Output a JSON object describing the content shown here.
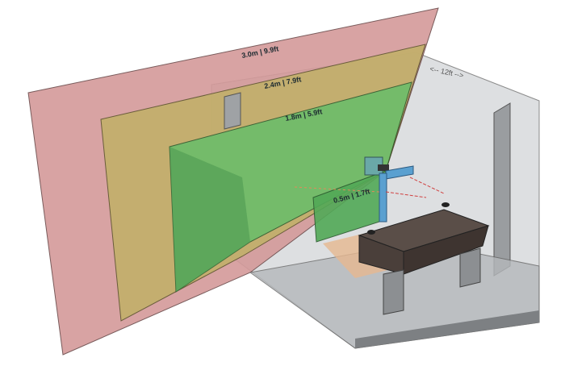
{
  "diagram": {
    "range_labels": {
      "r3": "3.0m | 9.9ft",
      "r2": "2.4m | 7.9ft",
      "r1": "1.8m | 5.9ft",
      "r0": "0.5m | 1.7ft"
    },
    "room_dimension": "<-- 12ft -->",
    "colors": {
      "zone_3m": "#d49a9a",
      "zone_2_4m": "#c7b76a",
      "zone_1_8m": "#6fbf6a",
      "zone_0_5m": "#4faa55",
      "room": "#b9bcc0",
      "desk": "#4a3f3a",
      "sensor": "#5aa0d0"
    }
  }
}
